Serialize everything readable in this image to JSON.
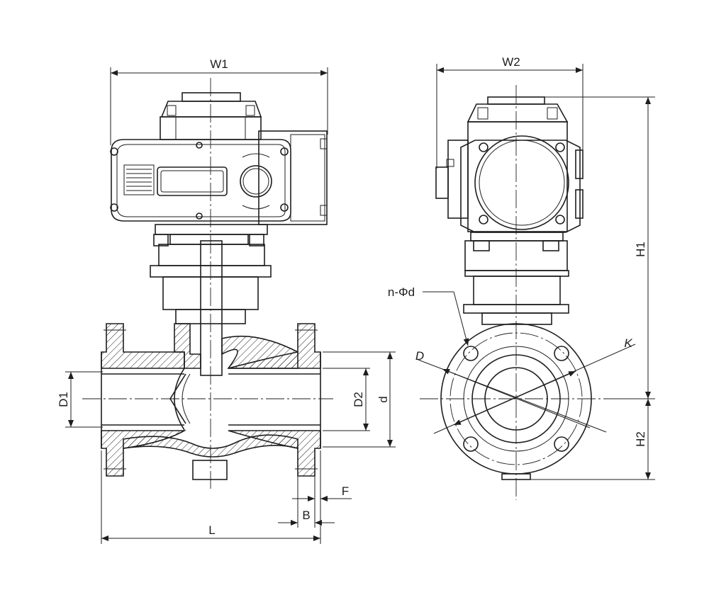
{
  "labels": {
    "w1": "W1",
    "w2": "W2",
    "h1": "H1",
    "h2": "H2",
    "d1": "D1",
    "d2": "D2",
    "d_small": "d",
    "l": "L",
    "b": "B",
    "f": "F",
    "n_phi_d": "n-Φd",
    "d_outer": "D",
    "k": "K"
  }
}
